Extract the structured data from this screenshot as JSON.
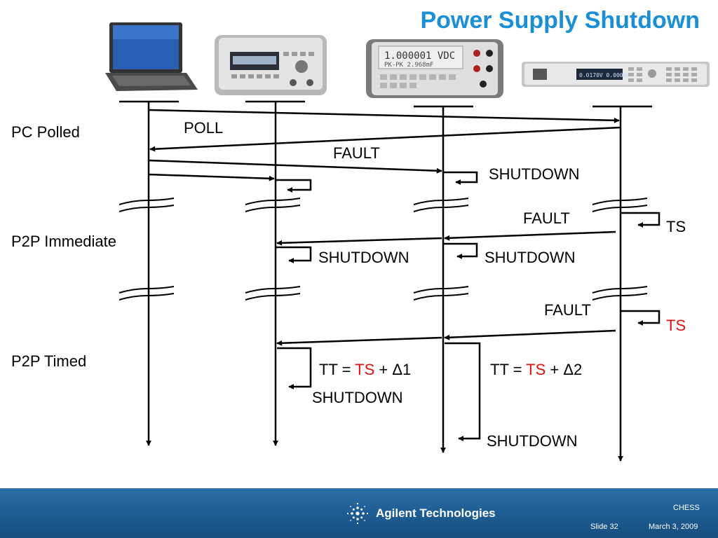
{
  "slide": {
    "title": "Power Supply Shutdown"
  },
  "diagram": {
    "rows": [
      {
        "label": "PC Polled"
      },
      {
        "label": "P2P Immediate"
      },
      {
        "label": "P2P Timed"
      }
    ],
    "messages": {
      "poll": "POLL",
      "fault1": "FAULT",
      "shutdown1": "SHUTDOWN",
      "fault2": "FAULT",
      "ts2": "TS",
      "shutdown2a": "SHUTDOWN",
      "shutdown2b": "SHUTDOWN",
      "fault3": "FAULT",
      "ts3": "TS",
      "timer1": {
        "prefix": "TT = ",
        "ts": "TS",
        "suffix": " + Δ1"
      },
      "timer2": {
        "prefix": "TT = ",
        "ts": "TS",
        "suffix": " + Δ2"
      },
      "shutdown3a": "SHUTDOWN",
      "shutdown3b": "SHUTDOWN"
    },
    "colors": {
      "title": "#1a8fd6",
      "timestamp_highlight": "#e01010"
    }
  },
  "footer": {
    "company": "Agilent Technologies",
    "event": "CHESS",
    "slide_number": "Slide 32",
    "date": "March 3, 2009",
    "color": "#1e5d93"
  }
}
